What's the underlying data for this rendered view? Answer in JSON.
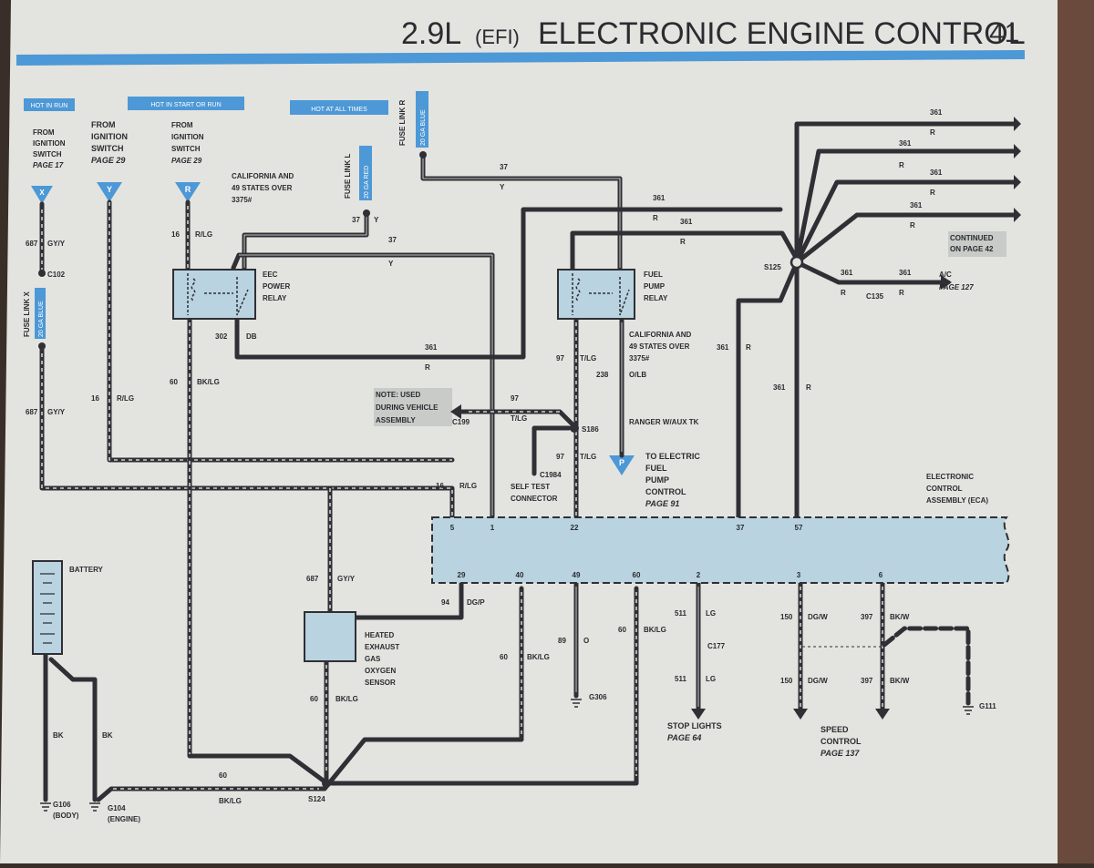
{
  "header": {
    "title_prefix": "2.9L",
    "title_efi": "(EFI)",
    "title_main": "ELECTRONIC ENGINE CONTROL",
    "page_number": "41"
  },
  "colors": {
    "accent_blue": "#4d98d6",
    "component_fill": "#b9d3e0",
    "wire": "#2f2f35",
    "paper": "#e3e4df"
  },
  "power_sources": {
    "hot_in_run": "HOT IN RUN",
    "hot_in_start_or_run": "HOT IN START OR RUN",
    "hot_at_all_times": "HOT AT ALL TIMES",
    "from_ignition_x": [
      "FROM",
      "IGNITION",
      "SWITCH",
      "PAGE 17"
    ],
    "from_ignition_y": [
      "FROM",
      "IGNITION",
      "SWITCH",
      "PAGE 29"
    ],
    "from_ignition_r": [
      "FROM",
      "IGNITION",
      "SWITCH",
      "PAGE 29"
    ],
    "x": "X",
    "y": "Y",
    "r": "R",
    "p": "P"
  },
  "fuse_links": {
    "link_r": "FUSE LINK R",
    "link_r_ga": "20 GA BLUE",
    "link_l": "FUSE LINK L",
    "link_l_ga": "20 GA RED",
    "link_x": "FUSE LINK X",
    "link_x_ga": "20 GA BLUE"
  },
  "notes": {
    "california_1": [
      "CALIFORNIA AND",
      "49 STATES OVER",
      "3375#"
    ],
    "california_2": [
      "CALIFORNIA AND",
      "49 STATES OVER",
      "3375#"
    ],
    "continued": [
      "CONTINUED",
      "ON PAGE 42"
    ],
    "note_used": [
      "NOTE: USED",
      "DURING VEHICLE",
      "ASSEMBLY"
    ],
    "ranger": "RANGER W/AUX TK"
  },
  "components": {
    "eec_relay": [
      "EEC",
      "POWER",
      "RELAY"
    ],
    "fuel_relay": [
      "FUEL",
      "PUMP",
      "RELAY"
    ],
    "eca": [
      "ELECTRONIC",
      "CONTROL",
      "ASSEMBLY (ECA)"
    ],
    "battery": "BATTERY",
    "hego": [
      "HEATED",
      "EXHAUST",
      "GAS",
      "OXYGEN",
      "SENSOR"
    ],
    "self_test": [
      "SELF TEST",
      "CONNECTOR"
    ],
    "to_fuel_pump": [
      "TO ELECTRIC",
      "FUEL",
      "PUMP",
      "CONTROL",
      "PAGE 91"
    ],
    "ac": [
      "A/C",
      "PAGE 127"
    ],
    "stop_lights": [
      "STOP LIGHTS",
      "PAGE 64"
    ],
    "speed_control": [
      "SPEED",
      "CONTROL",
      "PAGE 137"
    ]
  },
  "connectors": {
    "c102": "C102",
    "c135": "C135",
    "c177": "C177",
    "c199": "C199",
    "c1984": "C1984",
    "s124": "S124",
    "s125": "S125",
    "s186": "S186",
    "g104": "G104",
    "g104_sub": "(ENGINE)",
    "g106": "G106",
    "g106_sub": "(BODY)",
    "g111": "G111",
    "g306": "G306"
  },
  "eca_pins_top": [
    "5",
    "1",
    "22",
    "37",
    "57"
  ],
  "eca_pins_bottom": [
    "29",
    "40",
    "49",
    "60",
    "2",
    "3",
    "6"
  ],
  "wire_labels": {
    "w687": "687",
    "gyy": "GY/Y",
    "w16": "16",
    "rlg": "R/LG",
    "w37": "37",
    "yc": "Y",
    "w361": "361",
    "rc": "R",
    "w302": "302",
    "db": "DB",
    "w60": "60",
    "bklg": "BK/LG",
    "w97": "97",
    "tlg": "T/LG",
    "w238": "238",
    "olb": "O/LB",
    "w94": "94",
    "dgp": "DG/P",
    "w89": "89",
    "oc": "O",
    "w511": "511",
    "lg": "LG",
    "w150": "150",
    "dgw": "DG/W",
    "w397": "397",
    "bkw": "BK/W",
    "bk": "BK"
  }
}
